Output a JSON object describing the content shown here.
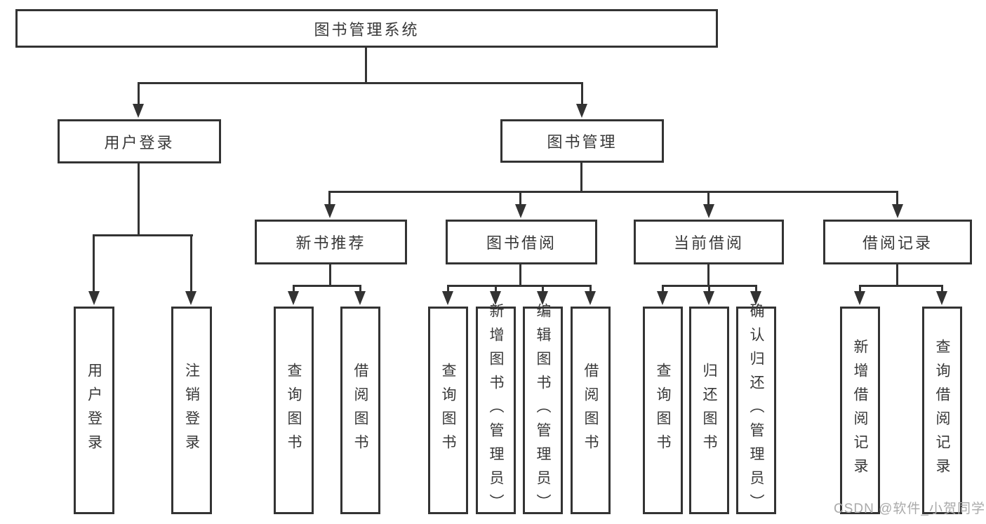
{
  "diagram": {
    "title": "图书管理系统",
    "root": {
      "label": "图书管理系统"
    },
    "level2": {
      "user_login": {
        "label": "用户登录"
      },
      "book_management": {
        "label": "图书管理"
      }
    },
    "level3": {
      "new_book_recommend": {
        "label": "新书推荐"
      },
      "book_borrow": {
        "label": "图书借阅"
      },
      "current_borrow": {
        "label": "当前借阅"
      },
      "borrow_records": {
        "label": "借阅记录"
      }
    },
    "leaves": {
      "user_login": [
        "用户登录",
        "注销登录"
      ],
      "new_book_recommend": [
        "查询图书",
        "借阅图书"
      ],
      "book_borrow": [
        "查询图书",
        "新增图书（管理员）",
        "编辑图书（管理员）",
        "借阅图书"
      ],
      "current_borrow": [
        "查询图书",
        "归还图书",
        "确认归还（管理员）"
      ],
      "borrow_records": [
        "新增借阅记录",
        "查询借阅记录"
      ]
    },
    "colors": {
      "line": "#333333",
      "text": "#383838",
      "watermark": "#aaaaaa",
      "background": "#ffffff"
    },
    "watermark": "CSDN @软件_小贺同学"
  }
}
